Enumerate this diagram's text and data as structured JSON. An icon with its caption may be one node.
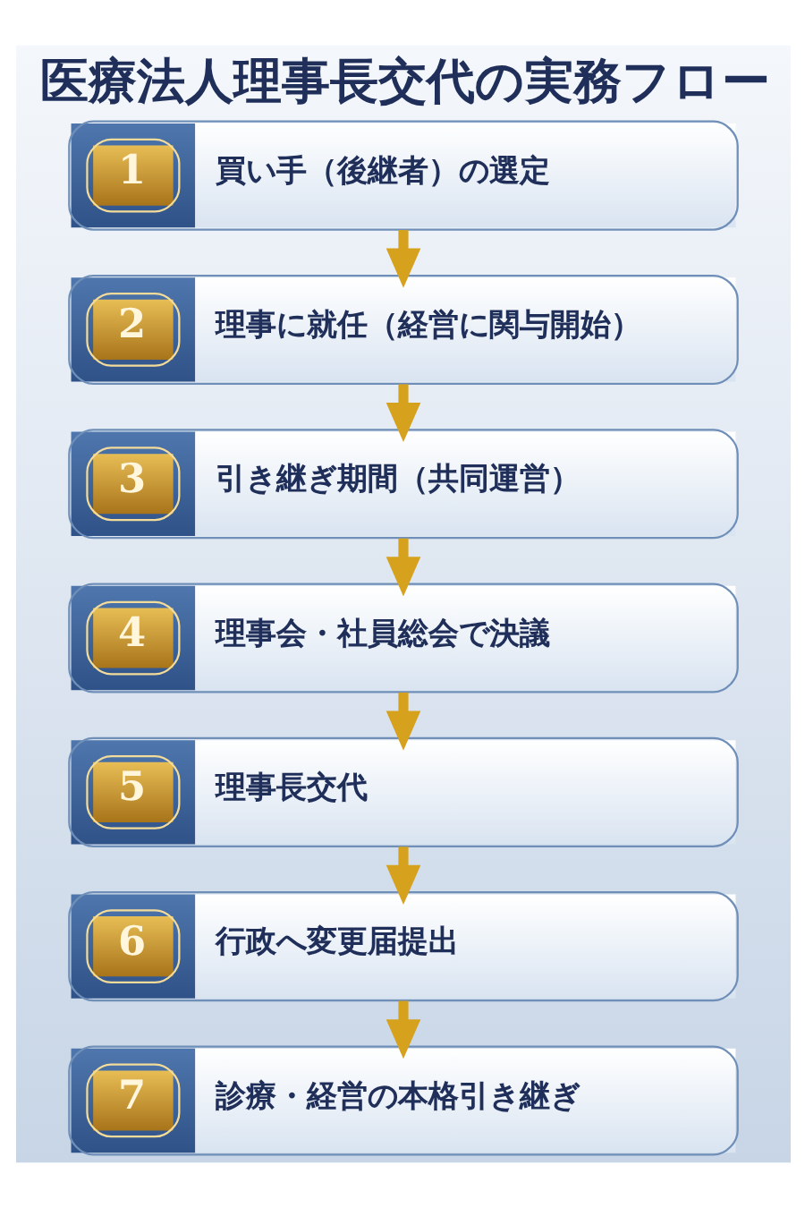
{
  "diagram": {
    "title": "医療法人理事長交代の実務フロー",
    "nodes": [
      {
        "text": [
          "1",
          "買い手（後継者）の選定"
        ]
      },
      {
        "text": [
          "2",
          "理事に就任（経営に関与開始）"
        ]
      },
      {
        "text": [
          "3",
          "引き継ぎ期間（共同運営）"
        ]
      },
      {
        "text": [
          "4",
          "理事会・社員総会で決議"
        ]
      },
      {
        "text": [
          "5",
          "理事長交代"
        ]
      },
      {
        "text": [
          "6",
          "行政へ変更届提出"
        ]
      },
      {
        "text": [
          "7",
          "診療・経営の本格引き継ぎ"
        ]
      }
    ],
    "edges": [
      {
        "from": 0,
        "to": 1,
        "arrow": "to"
      },
      {
        "from": 1,
        "to": 2,
        "arrow": "to"
      },
      {
        "from": 2,
        "to": 3,
        "arrow": "to"
      },
      {
        "from": 3,
        "to": 4,
        "arrow": "to"
      },
      {
        "from": 4,
        "to": 5,
        "arrow": "to"
      },
      {
        "from": 5,
        "to": 6,
        "arrow": "to"
      }
    ]
  }
}
